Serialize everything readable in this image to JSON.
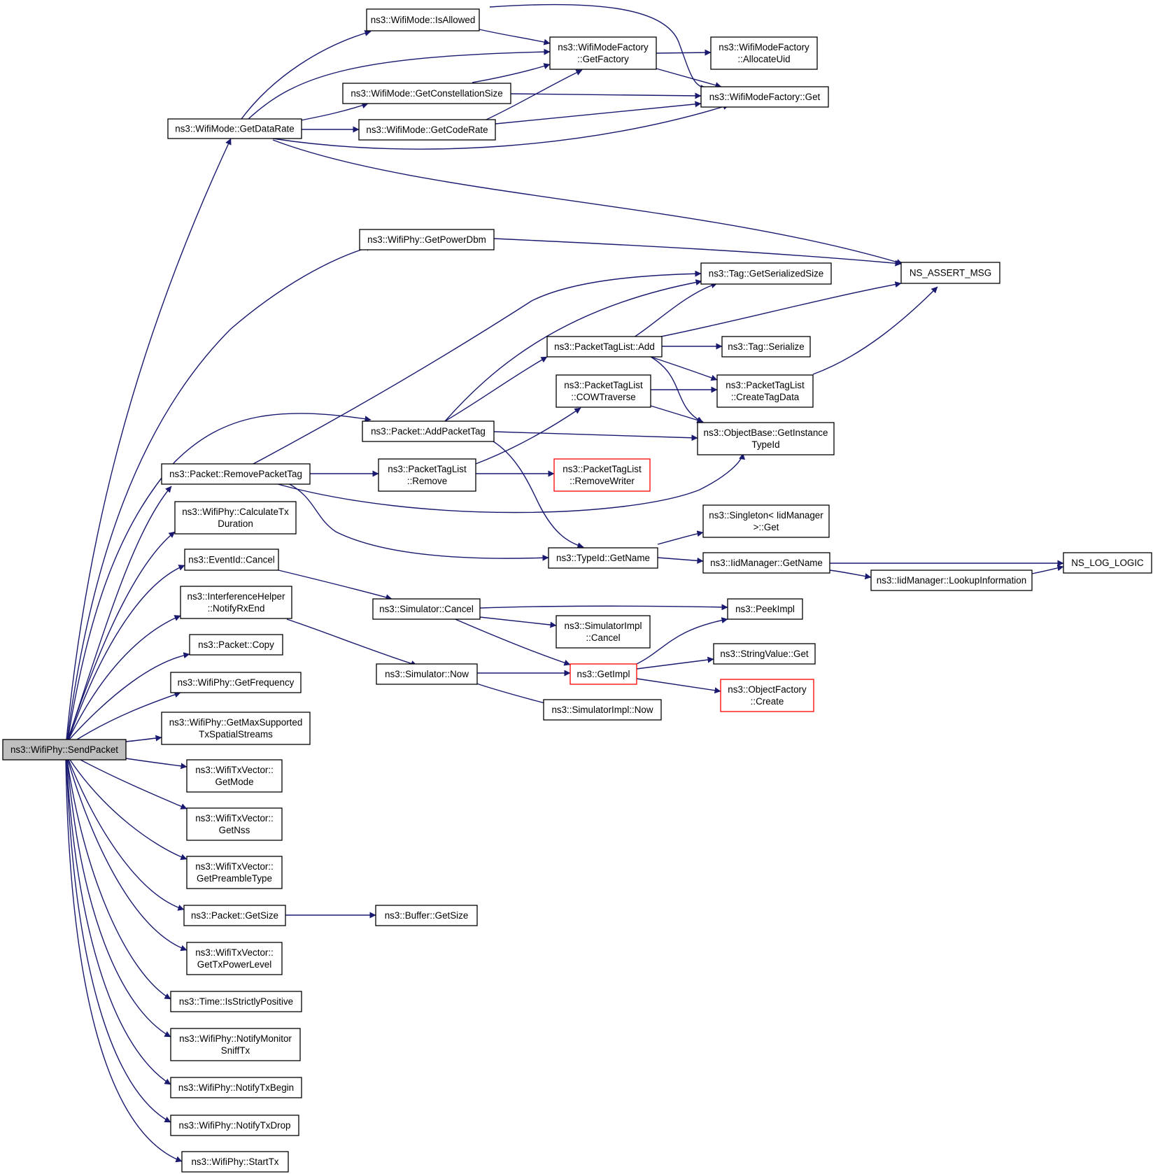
{
  "graph": {
    "title": "",
    "colors": {
      "edge": "#191970",
      "node_border": "#000000",
      "root_fill": "#bfbfbf",
      "truncated_border": "#ff0000",
      "background": "#ffffff"
    },
    "nodes": [
      {
        "id": "sendpacket",
        "lines": [
          "ns3::WifiPhy::SendPacket"
        ],
        "root": true
      },
      {
        "id": "getdatarate",
        "lines": [
          "ns3::WifiMode::GetDataRate"
        ]
      },
      {
        "id": "isallowed",
        "lines": [
          "ns3::WifiMode::IsAllowed"
        ]
      },
      {
        "id": "getfactory",
        "lines": [
          "ns3::WifiModeFactory",
          "::GetFactory"
        ]
      },
      {
        "id": "allocateuid",
        "lines": [
          "ns3::WifiModeFactory",
          "::AllocateUid"
        ]
      },
      {
        "id": "getconst",
        "lines": [
          "ns3::WifiMode::GetConstellationSize"
        ]
      },
      {
        "id": "wmfget",
        "lines": [
          "ns3::WifiModeFactory::Get"
        ]
      },
      {
        "id": "getcoderate",
        "lines": [
          "ns3::WifiMode::GetCodeRate"
        ]
      },
      {
        "id": "getpowerdbm",
        "lines": [
          "ns3::WifiPhy::GetPowerDbm"
        ]
      },
      {
        "id": "nsassert",
        "lines": [
          "NS_ASSERT_MSG"
        ]
      },
      {
        "id": "taggetser",
        "lines": [
          "ns3::Tag::GetSerializedSize"
        ]
      },
      {
        "id": "ptladd",
        "lines": [
          "ns3::PacketTagList::Add"
        ]
      },
      {
        "id": "tagser",
        "lines": [
          "ns3::Tag::Serialize"
        ]
      },
      {
        "id": "cowtrav",
        "lines": [
          "ns3::PacketTagList",
          "::COWTraverse"
        ]
      },
      {
        "id": "createtag",
        "lines": [
          "ns3::PacketTagList",
          "::CreateTagData"
        ]
      },
      {
        "id": "addpackettag",
        "lines": [
          "ns3::Packet::AddPacketTag"
        ]
      },
      {
        "id": "getinst",
        "lines": [
          "ns3::ObjectBase::GetInstance",
          "TypeId"
        ]
      },
      {
        "id": "removepackettag",
        "lines": [
          "ns3::Packet::RemovePacketTag"
        ]
      },
      {
        "id": "ptlremove",
        "lines": [
          "ns3::PacketTagList",
          "::Remove"
        ]
      },
      {
        "id": "removewriter",
        "lines": [
          "ns3::PacketTagList",
          "::RemoveWriter"
        ],
        "truncated": true
      },
      {
        "id": "calctx",
        "lines": [
          "ns3::WifiPhy::CalculateTx",
          "Duration"
        ]
      },
      {
        "id": "singleton",
        "lines": [
          "ns3::Singleton< IidManager",
          ">::Get"
        ]
      },
      {
        "id": "typeidname",
        "lines": [
          "ns3::TypeId::GetName"
        ]
      },
      {
        "id": "iidname",
        "lines": [
          "ns3::IidManager::GetName"
        ]
      },
      {
        "id": "nslog",
        "lines": [
          "NS_LOG_LOGIC"
        ]
      },
      {
        "id": "lookup",
        "lines": [
          "ns3::IidManager::LookupInformation"
        ]
      },
      {
        "id": "eventcancel",
        "lines": [
          "ns3::EventId::Cancel"
        ]
      },
      {
        "id": "interf",
        "lines": [
          "ns3::InterferenceHelper",
          "::NotifyRxEnd"
        ]
      },
      {
        "id": "simcancel",
        "lines": [
          "ns3::Simulator::Cancel"
        ]
      },
      {
        "id": "peekimpl",
        "lines": [
          "ns3::PeekImpl"
        ]
      },
      {
        "id": "simimplcancel",
        "lines": [
          "ns3::SimulatorImpl",
          "::Cancel"
        ]
      },
      {
        "id": "pcopy",
        "lines": [
          "ns3::Packet::Copy"
        ]
      },
      {
        "id": "strget",
        "lines": [
          "ns3::StringValue::Get"
        ]
      },
      {
        "id": "simnow",
        "lines": [
          "ns3::Simulator::Now"
        ]
      },
      {
        "id": "getimpl",
        "lines": [
          "ns3::GetImpl"
        ],
        "truncated": true
      },
      {
        "id": "getfreq",
        "lines": [
          "ns3::WifiPhy::GetFrequency"
        ]
      },
      {
        "id": "objfactory",
        "lines": [
          "ns3::ObjectFactory",
          "::Create"
        ],
        "truncated": true
      },
      {
        "id": "simimplnow",
        "lines": [
          "ns3::SimulatorImpl::Now"
        ]
      },
      {
        "id": "maxss",
        "lines": [
          "ns3::WifiPhy::GetMaxSupported",
          "TxSpatialStreams"
        ]
      },
      {
        "id": "txmode",
        "lines": [
          "ns3::WifiTxVector::",
          "GetMode"
        ]
      },
      {
        "id": "txnss",
        "lines": [
          "ns3::WifiTxVector::",
          "GetNss"
        ]
      },
      {
        "id": "txpreamble",
        "lines": [
          "ns3::WifiTxVector::",
          "GetPreambleType"
        ]
      },
      {
        "id": "pgetsize",
        "lines": [
          "ns3::Packet::GetSize"
        ]
      },
      {
        "id": "bufgetsize",
        "lines": [
          "ns3::Buffer::GetSize"
        ]
      },
      {
        "id": "txpower",
        "lines": [
          "ns3::WifiTxVector::",
          "GetTxPowerLevel"
        ]
      },
      {
        "id": "strictpos",
        "lines": [
          "ns3::Time::IsStrictlyPositive"
        ]
      },
      {
        "id": "notifymon",
        "lines": [
          "ns3::WifiPhy::NotifyMonitor",
          "SniffTx"
        ]
      },
      {
        "id": "txbegin",
        "lines": [
          "ns3::WifiPhy::NotifyTxBegin"
        ]
      },
      {
        "id": "txdrop",
        "lines": [
          "ns3::WifiPhy::NotifyTxDrop"
        ]
      },
      {
        "id": "starttx",
        "lines": [
          "ns3::WifiPhy::StartTx"
        ]
      }
    ]
  }
}
